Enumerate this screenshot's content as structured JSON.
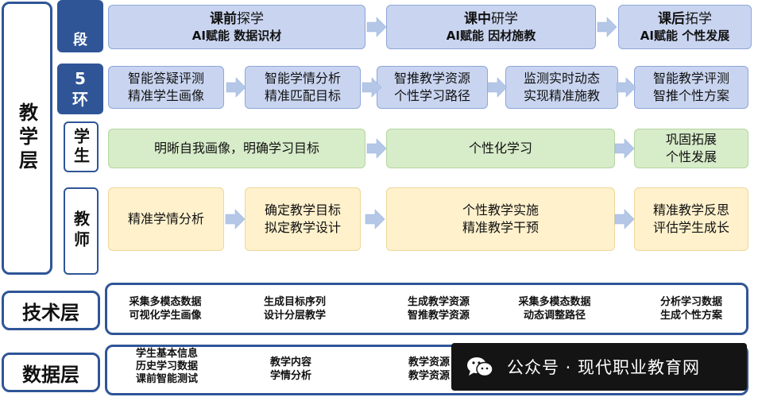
{
  "layers": {
    "teaching": "教学层",
    "tech": "技术层",
    "data": "数据层"
  },
  "tags": {
    "top_partial": "段",
    "five_top": "5",
    "five_bottom": "环",
    "student": "学生",
    "teacher": "教师"
  },
  "phases": [
    {
      "bold": "课前",
      "rest": "探学",
      "sub": "AI赋能 数据识材"
    },
    {
      "bold": "课中",
      "rest": "研学",
      "sub": "AI赋能 因材施教"
    },
    {
      "bold": "课后",
      "rest": "拓学",
      "sub": "AI赋能 个性发展"
    }
  ],
  "five_links": [
    {
      "l1": "智能答疑评测",
      "l2": "精准学生画像"
    },
    {
      "l1": "智能学情分析",
      "l2": "精准匹配目标"
    },
    {
      "l1": "智推教学资源",
      "l2": "个性学习路径"
    },
    {
      "l1": "监测实时动态",
      "l2": "实现精准施教"
    },
    {
      "l1": "智能教学评测",
      "l2": "智推个性方案"
    }
  ],
  "student_row": [
    {
      "l1": "明晰自我画像，明确学习目标"
    },
    {
      "l1": "个性化学习"
    },
    {
      "l1": "巩固拓展",
      "l2": "个性发展"
    }
  ],
  "teacher_row": [
    {
      "l1": "精准学情分析"
    },
    {
      "l1": "确定教学目标",
      "l2": "拟定教学设计"
    },
    {
      "l1": "个性教学实施",
      "l2": "精准教学干预"
    },
    {
      "l1": "精准教学反思",
      "l2": "评估学生成长"
    }
  ],
  "tech_items": [
    {
      "l1": "采集多模态数据",
      "l2": "可视化学生画像"
    },
    {
      "l1": "生成目标序列",
      "l2": "设计分层教学"
    },
    {
      "l1": "生成教学资源",
      "l2": "智推教学资源"
    },
    {
      "l1": "采集多模态数据",
      "l2": "动态调整路径"
    },
    {
      "l1": "分析学习数据",
      "l2": "生成个性方案"
    }
  ],
  "data_items": [
    {
      "l1": "学生基本信息",
      "l2": "历史学习数据",
      "l3": "课前智能测试"
    },
    {
      "l1": "教学内容",
      "l2": "学情分析"
    },
    {
      "l1": "教学资源",
      "l2": "教学资源"
    }
  ],
  "watermark": {
    "icon": "wechat-icon",
    "text": "公众号 · 现代职业教育网"
  },
  "colors": {
    "border": "#2f5597",
    "blue_fill": "#c9d5f0",
    "green_fill": "#d7ecc9",
    "yellow_fill": "#fff1cc",
    "arrow": "#b4c7e7"
  }
}
